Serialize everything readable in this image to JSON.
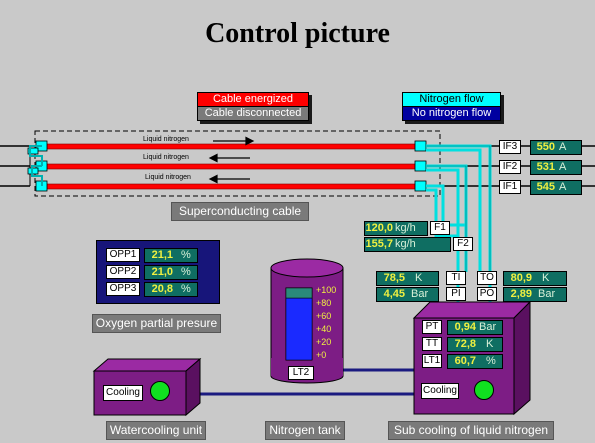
{
  "title": "Control picture",
  "legend": {
    "cable_energized": "Cable energized",
    "cable_disconnected": "Cable disconnected",
    "nitrogen_flow": "Nitrogen flow",
    "no_nitrogen_flow": "No nitrogen flow"
  },
  "colors": {
    "background": "#c9c9c9",
    "cable_energized": "#ff0000",
    "nitrogen_flow": "#00ffff",
    "no_nitrogen_flow": "#0000a0",
    "display_bg": "#0f6e62",
    "display_value": "#f0f040",
    "equipment": "#7d1d85",
    "led": "#10e020"
  },
  "cable": {
    "flow_labels": [
      "Liquid nitrogen",
      "Liquid nitrogen",
      "Liquid nitrogen"
    ],
    "caption": "Superconducting cable"
  },
  "currents": [
    {
      "label": "IF3",
      "value": "550",
      "unit": "A"
    },
    {
      "label": "IF2",
      "value": "531",
      "unit": "A"
    },
    {
      "label": "IF1",
      "value": "545",
      "unit": "A"
    }
  ],
  "flows": [
    {
      "label": "F1",
      "value": "120,0",
      "unit": "kg/h"
    },
    {
      "label": "F2",
      "value": "155,7",
      "unit": "kg/h"
    }
  ],
  "sensors": {
    "ti": {
      "label": "TI",
      "value": "78,5",
      "unit": "K"
    },
    "pi": {
      "label": "PI",
      "value": "4,45",
      "unit": "Bar"
    },
    "to": {
      "label": "TO",
      "value": "80,9",
      "unit": "K"
    },
    "po": {
      "label": "PO",
      "value": "2,89",
      "unit": "Bar"
    }
  },
  "oxygen": {
    "rows": [
      {
        "label": "OPP1",
        "value": "21,1",
        "unit": "%"
      },
      {
        "label": "OPP2",
        "value": "21,0",
        "unit": "%"
      },
      {
        "label": "OPP3",
        "value": "20,8",
        "unit": "%"
      }
    ],
    "caption": "Oxygen partial presure"
  },
  "tank": {
    "scale": [
      "+100",
      "+80",
      "+60",
      "+40",
      "+20",
      "+0"
    ],
    "label": "LT2",
    "level_percent": 86,
    "caption": "Nitrogen tank"
  },
  "subcool": {
    "rows": [
      {
        "label": "PT",
        "value": "0,94",
        "unit": "Bar"
      },
      {
        "label": "TT",
        "value": "72,8",
        "unit": "K"
      },
      {
        "label": "LT1",
        "value": "60,7",
        "unit": "%"
      }
    ],
    "cooling_label": "Cooling",
    "caption": "Sub cooling of liquid nitrogen"
  },
  "watercool": {
    "cooling_label": "Cooling",
    "caption": "Watercooling unit"
  }
}
